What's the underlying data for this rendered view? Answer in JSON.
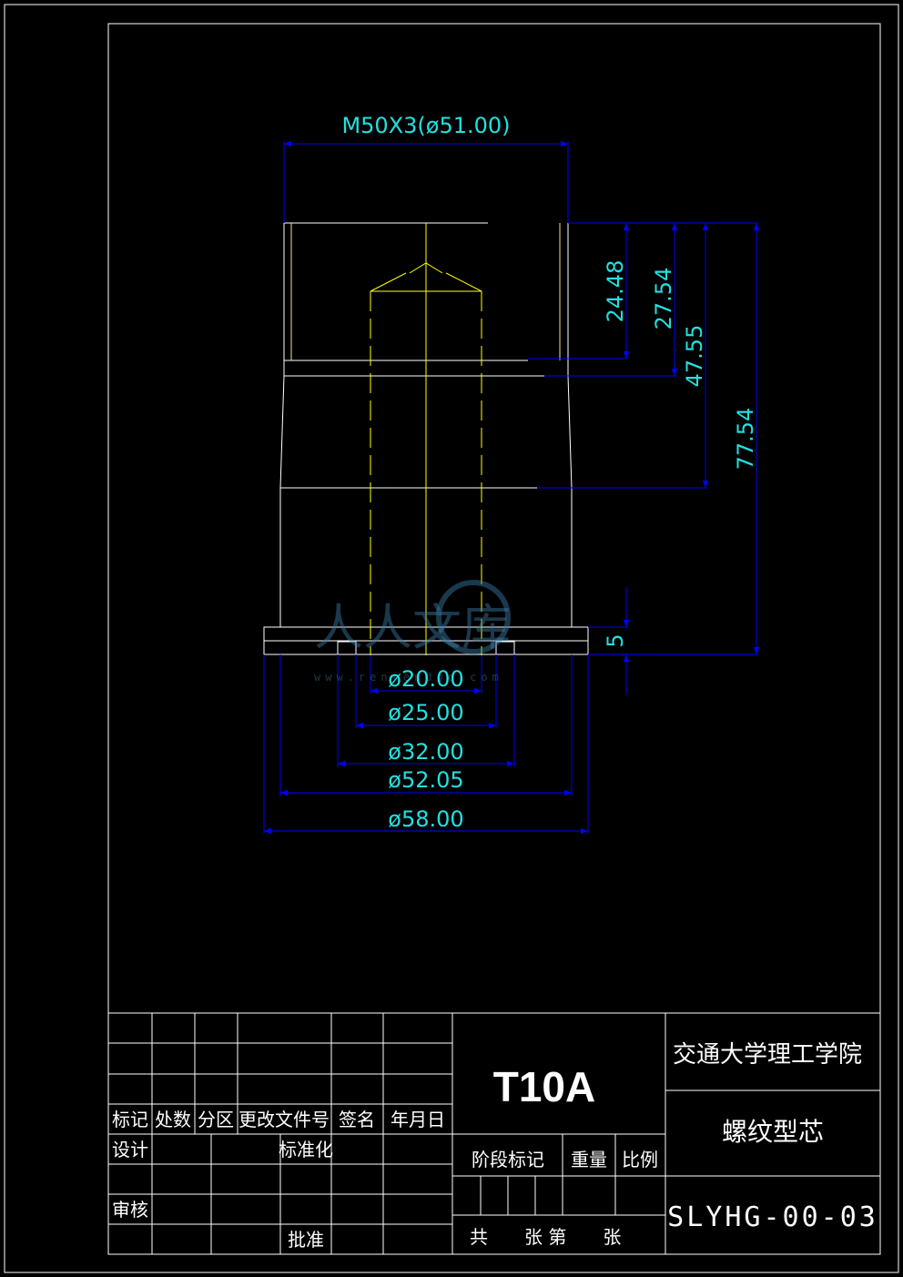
{
  "drawing": {
    "dimensions": {
      "thread": "M50X3(ø51.00)",
      "d1": "24.48",
      "d2": "27.54",
      "d3": "47.55",
      "d4": "77.54",
      "d5": "5",
      "dia20": "ø20.00",
      "dia25": "ø25.00",
      "dia32": "ø32.00",
      "dia52": "ø52.05",
      "dia58": "ø58.00"
    },
    "watermark": {
      "main": "人人文库",
      "url": "www.renrendoc.com"
    }
  },
  "title_block": {
    "headers": [
      "标记",
      "处数",
      "分区",
      "更改文件号",
      "签名",
      "年月日"
    ],
    "design": "设计",
    "review": "审核",
    "standard": "标准化",
    "approve": "批准",
    "material": "T10A",
    "stage_mark": "阶段标记",
    "weight": "重量",
    "scale": "比例",
    "sheets": "共　　张 第　　张",
    "school": "交通大学理工学院",
    "part_name": "螺纹型芯",
    "drawing_no": "SLYHG-00-03"
  },
  "colors": {
    "background": "#000000",
    "frame": "#ffffff",
    "dimension": "#0000ff",
    "dimension_text": "#22e0e0",
    "centerline": "#ffff00"
  }
}
